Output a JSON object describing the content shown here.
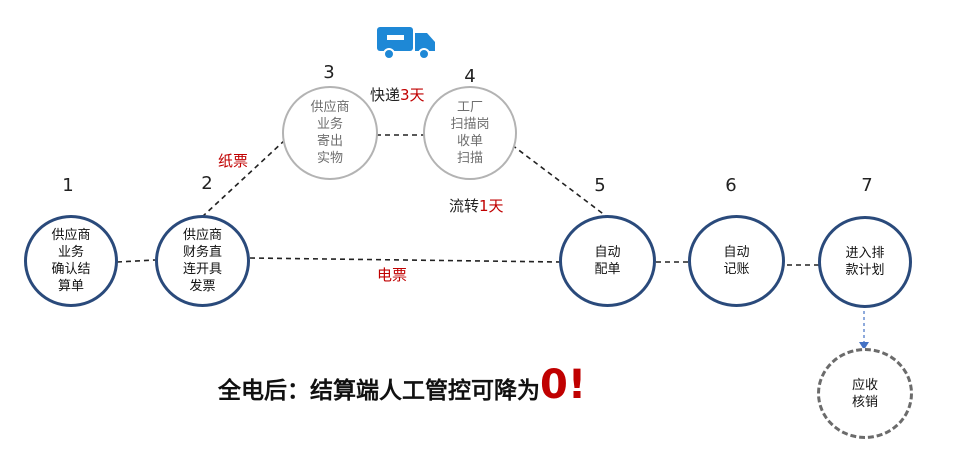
{
  "nodes": [
    {
      "num": "1",
      "text": "供应商\n业务\n确认结\n算单"
    },
    {
      "num": "2",
      "text": "供应商\n财务直\n连开具\n发票"
    },
    {
      "num": "3",
      "text": "供应商\n业务\n寄出\n实物"
    },
    {
      "num": "4",
      "text": "工厂\n扫描岗\n收单\n扫描"
    },
    {
      "num": "5",
      "text": "自动\n配单"
    },
    {
      "num": "6",
      "text": "自动\n记账"
    },
    {
      "num": "7",
      "text": "进入排\n款计划"
    },
    {
      "num": "",
      "text": "应收\n核销"
    }
  ],
  "labels": {
    "paper_ticket": "纸票",
    "express_prefix": "快递",
    "express_days": "3天",
    "transfer_prefix": "流转",
    "transfer_days": "1天",
    "e_ticket": "电票"
  },
  "headline": {
    "text": "全电后：结算端人工管控可降为",
    "value": "0",
    "suffix": "!"
  },
  "colors": {
    "node_border": "#2a4a7b",
    "accent_red": "#c00000",
    "truck": "#1e88d6",
    "arrow": "#4472c4"
  },
  "icons": {
    "truck": "truck-icon"
  }
}
